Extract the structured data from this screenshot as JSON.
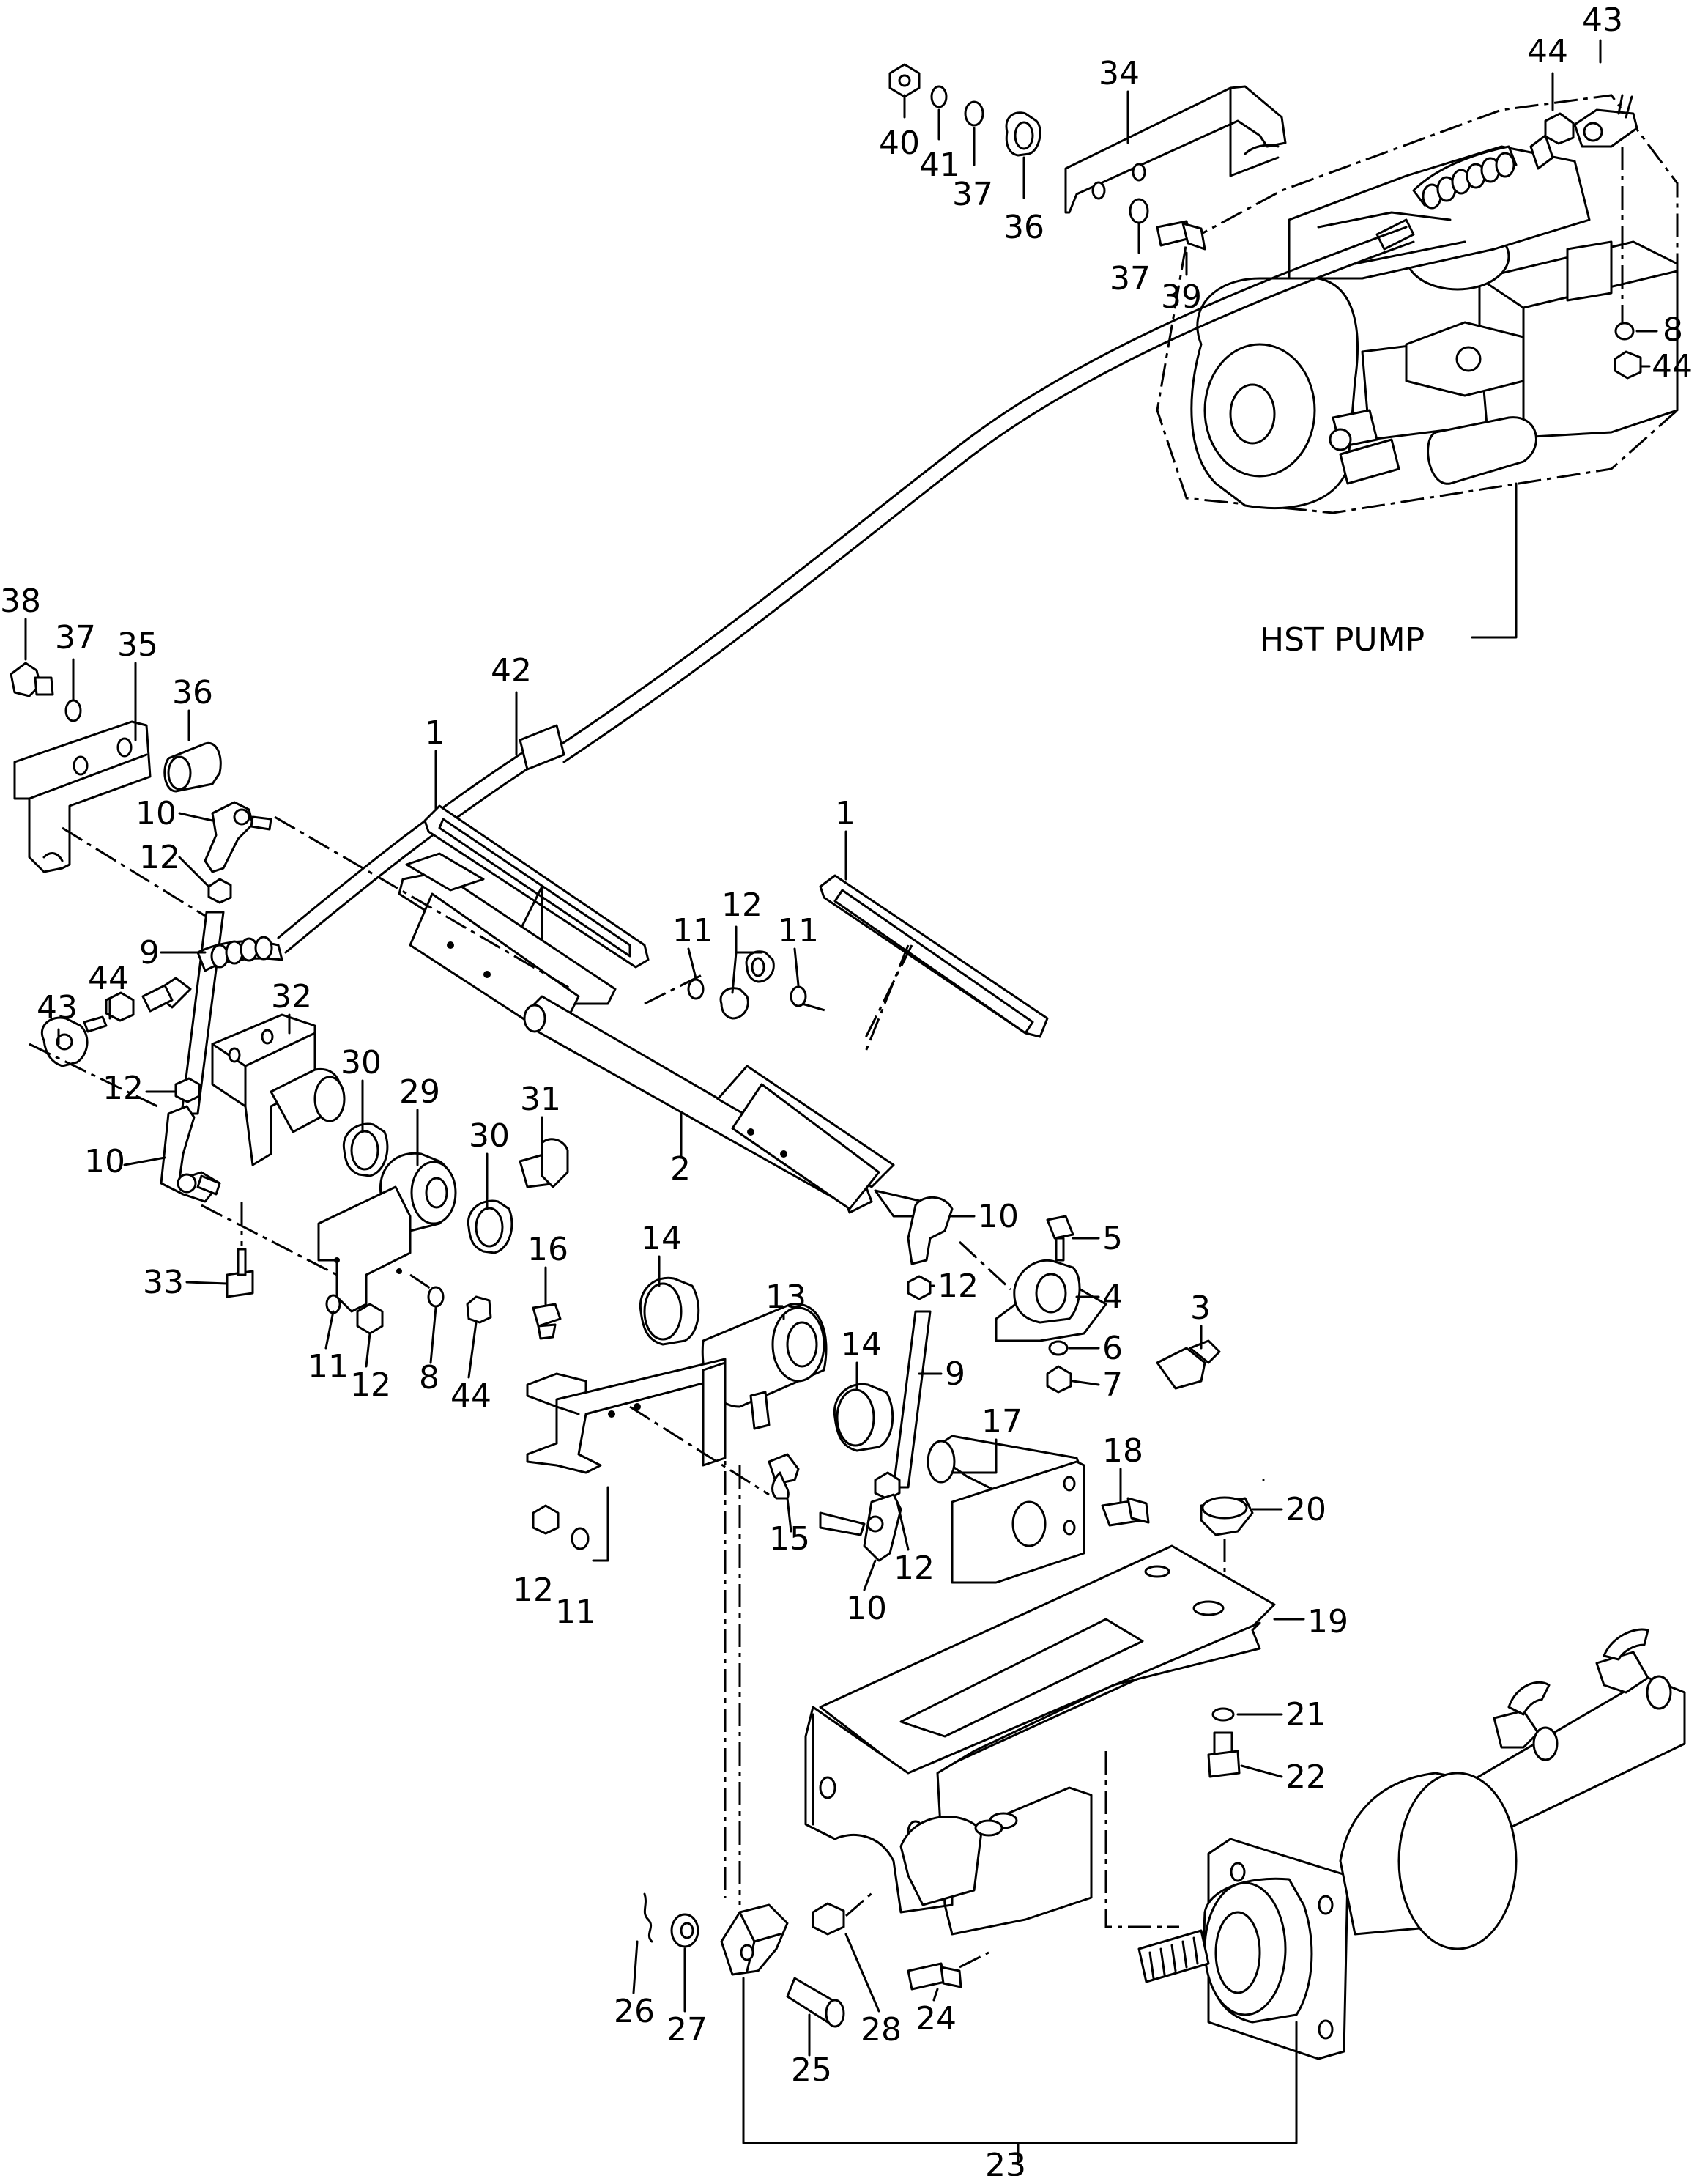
{
  "caption": "HST PUMP",
  "callouts": [
    "1",
    "2",
    "3",
    "4",
    "5",
    "6",
    "7",
    "8",
    "9",
    "10",
    "11",
    "12",
    "13",
    "14",
    "15",
    "16",
    "17",
    "18",
    "19",
    "20",
    "21",
    "22",
    "23",
    "24",
    "25",
    "26",
    "27",
    "28",
    "29",
    "30",
    "31",
    "32",
    "33",
    "34",
    "35",
    "36",
    "37",
    "38",
    "39",
    "40",
    "41",
    "42",
    "43",
    "44"
  ]
}
